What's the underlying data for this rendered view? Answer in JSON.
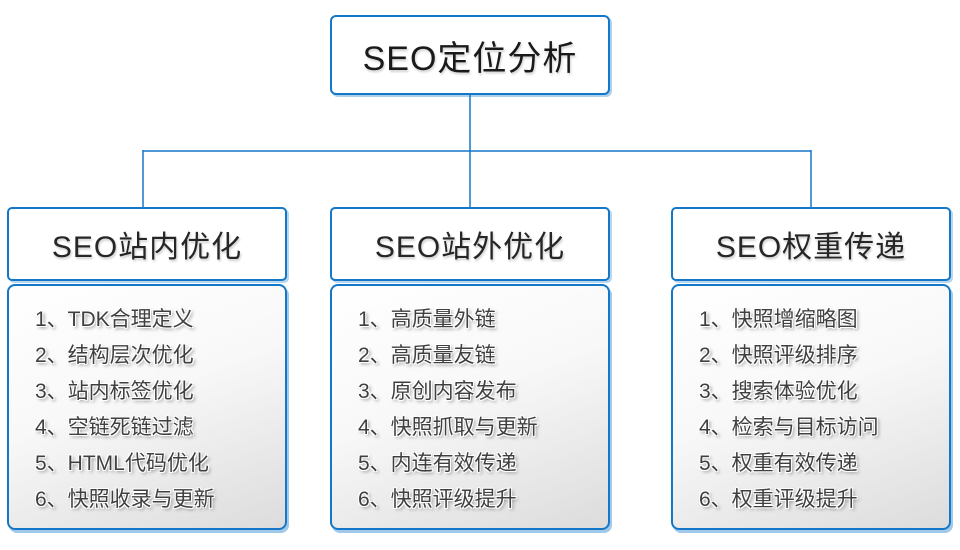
{
  "colors": {
    "accent_blue": "#1477c8",
    "header_text": "#262626",
    "item_text": "#3f3f3f",
    "panel_gradient_top": "#ffffff",
    "panel_gradient_bottom": "#dcdcdc"
  },
  "root": {
    "title": "SEO定位分析"
  },
  "columns": [
    {
      "title": "SEO站内优化",
      "items": [
        "1、TDK合理定义",
        "2、结构层次优化",
        "3、站内标签优化",
        "4、空链死链过滤",
        "5、HTML代码优化",
        "6、快照收录与更新"
      ]
    },
    {
      "title": "SEO站外优化",
      "items": [
        "1、高质量外链",
        "2、高质量友链",
        "3、原创内容发布",
        "4、快照抓取与更新",
        "5、内连有效传递",
        "6、快照评级提升"
      ]
    },
    {
      "title": "SEO权重传递",
      "items": [
        "1、快照增缩略图",
        "2、快照评级排序",
        "3、搜索体验优化",
        "4、检索与目标访问",
        "5、权重有效传递",
        "6、权重评级提升"
      ]
    }
  ]
}
